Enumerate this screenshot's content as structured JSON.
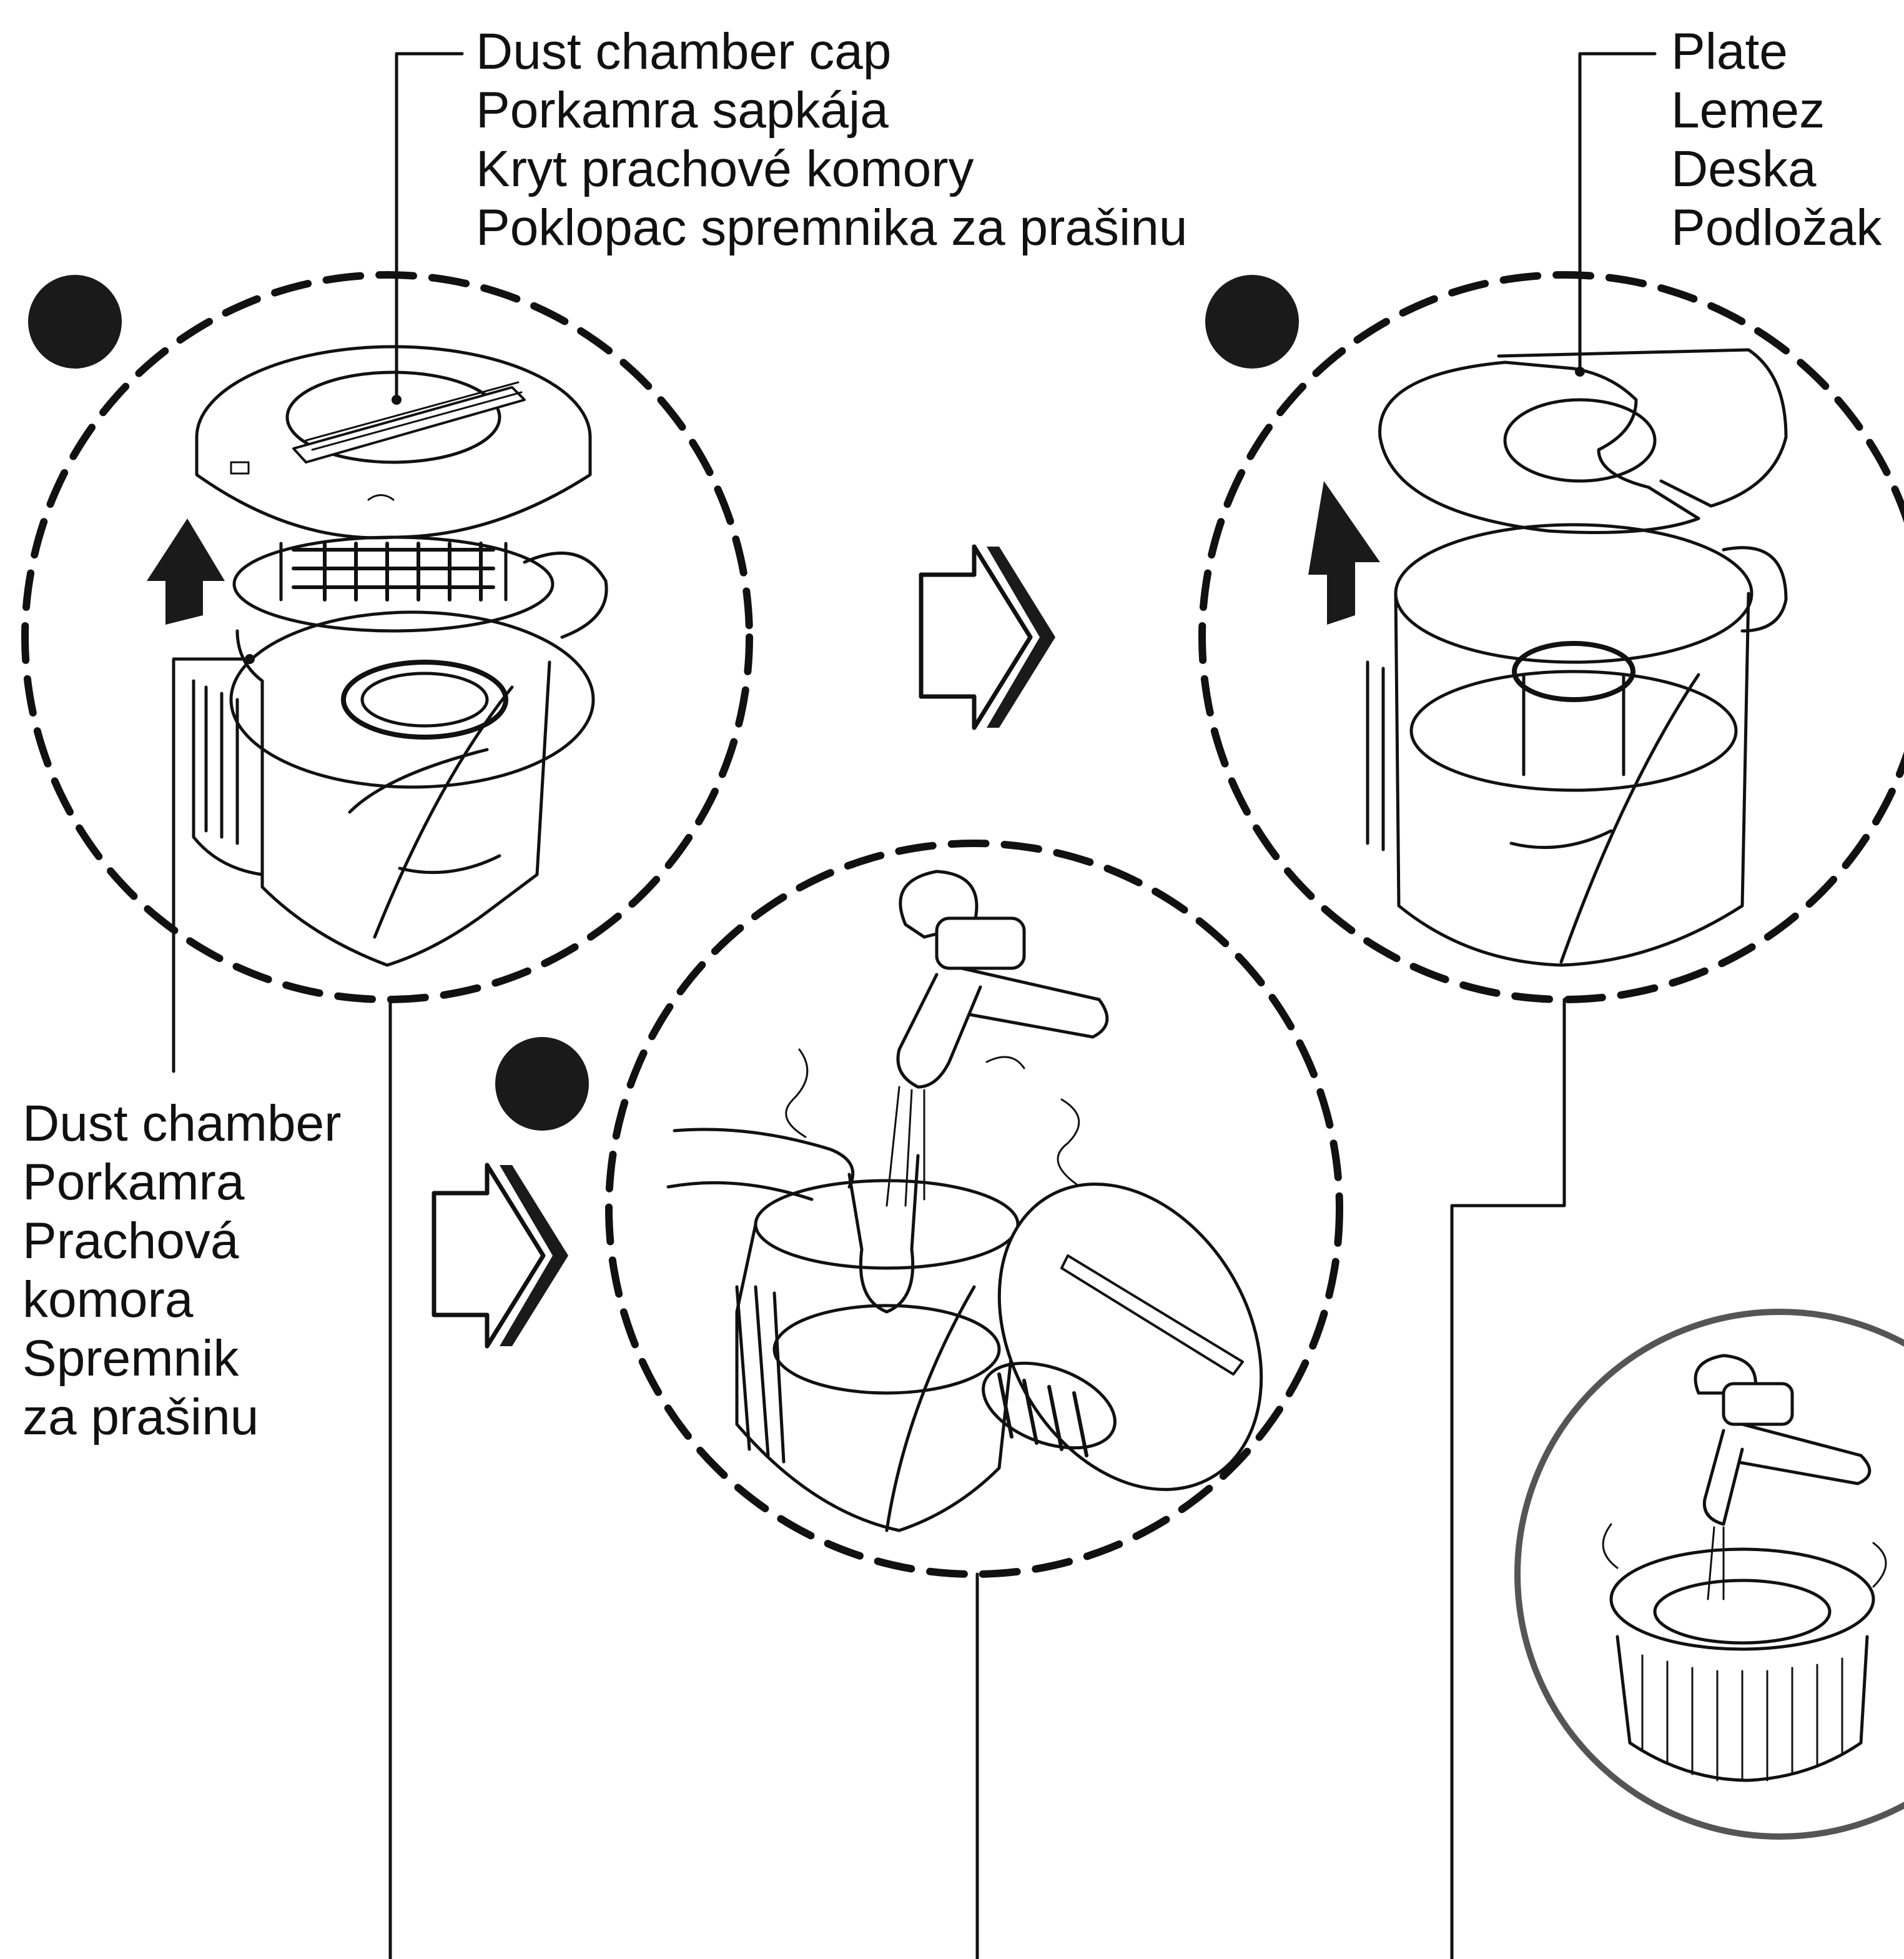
{
  "labels": {
    "dust_chamber_cap": {
      "en": "Dust chamber cap",
      "hu": "Porkamra sapkája",
      "cs": "Kryt prachové komory",
      "hr": "Poklopac spremnika za prašinu"
    },
    "plate": {
      "en": "Plate",
      "hu": "Lemez",
      "cs": "Deska",
      "hr": "Podložak"
    },
    "dust_chamber": {
      "en": "Dust chamber",
      "hu": "Porkamra",
      "cs_line1": "Prachová",
      "cs_line2": "komora",
      "hr_line1": "Spremnik",
      "hr_line2": "za prašinu"
    }
  },
  "colors": {
    "ink": "#111111",
    "marker": "#1a1a1a",
    "ring": "#555555",
    "background": "#ffffff"
  },
  "icons": [
    "step-marker-icon",
    "up-arrow-icon",
    "next-step-arrow-icon",
    "faucet-icon"
  ]
}
